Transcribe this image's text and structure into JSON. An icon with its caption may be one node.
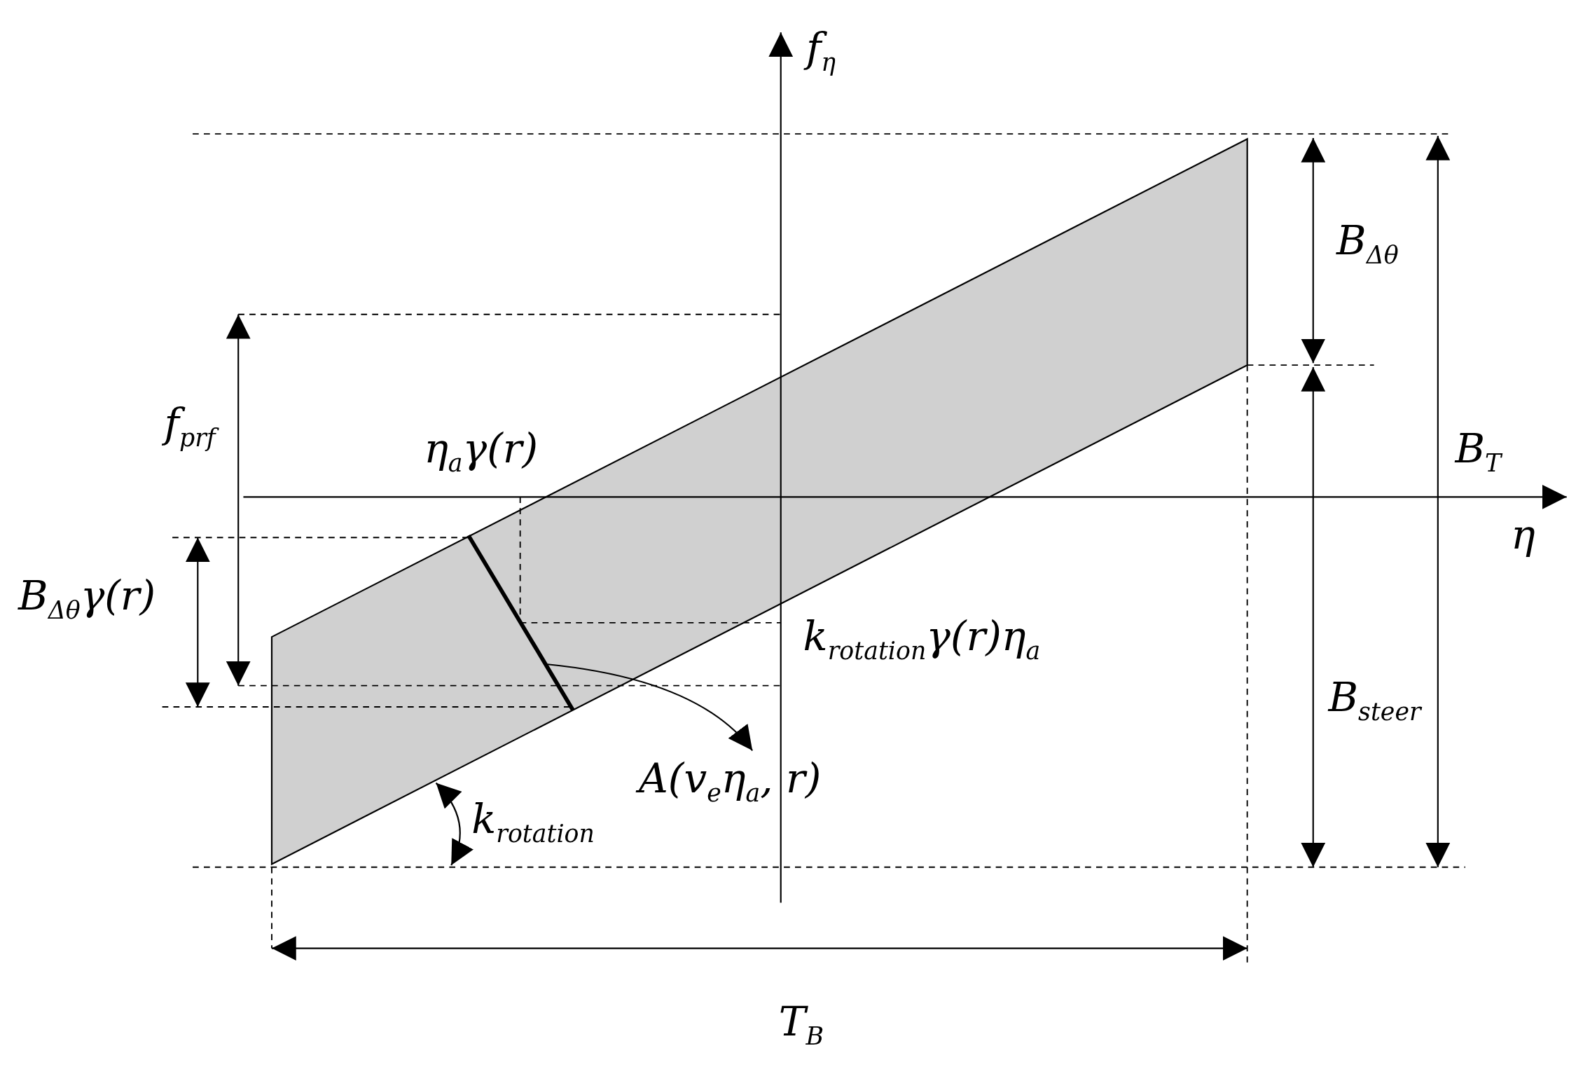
{
  "diagram": {
    "nodes": [
      {
        "text": [],
        "shape": "line"
      },
      {
        "text": [
          "A(v$_{e}$η$_{a}$, r)"
        ]
      }
    ],
    "edges": [
      {
        "from": 0,
        "to": 1,
        "arrow": "to"
      }
    ],
    "labels": [
      "f$_{η}$",
      "B$_{Δθ}$",
      "B$_{T}$",
      "f$_{prf}$",
      "η$_{a}$γ(r)",
      "η",
      "B$_{Δθ}$γ(r)",
      "k$_{rotation}$γ(r)η$_{a}$",
      "B$_{steer}$",
      "k$_{rotation}$",
      "T$_{B}$"
    ]
  }
}
